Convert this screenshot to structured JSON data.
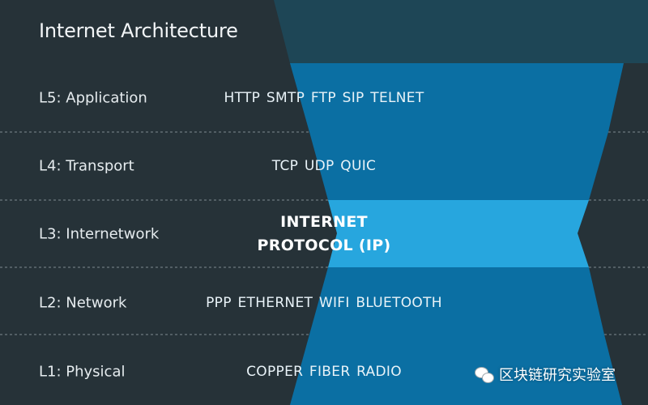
{
  "title": "Internet Architecture",
  "colors": {
    "background": "#263238",
    "top_band": "#1e4656",
    "layer_band": "#0b6fa3",
    "ip_band": "#27a6de",
    "divider": "#7f8b90"
  },
  "layers": [
    {
      "label": "L5: Application",
      "protocols": "HTTP  SMTP  FTP  SIP  TELNET"
    },
    {
      "label": "L4: Transport",
      "protocols": "TCP  UDP  QUIC"
    },
    {
      "label": "L3: Internetwork",
      "protocols_lines": [
        "INTERNET",
        "PROTOCOL (IP)"
      ]
    },
    {
      "label": "L2: Network",
      "protocols": "PPP  ETHERNET  WIFI  BLUETOOTH"
    },
    {
      "label": "L1: Physical",
      "protocols": "COPPER  FIBER  RADIO"
    }
  ],
  "watermark": {
    "text": "区块链研究实验室",
    "icon": "wechat-icon"
  }
}
